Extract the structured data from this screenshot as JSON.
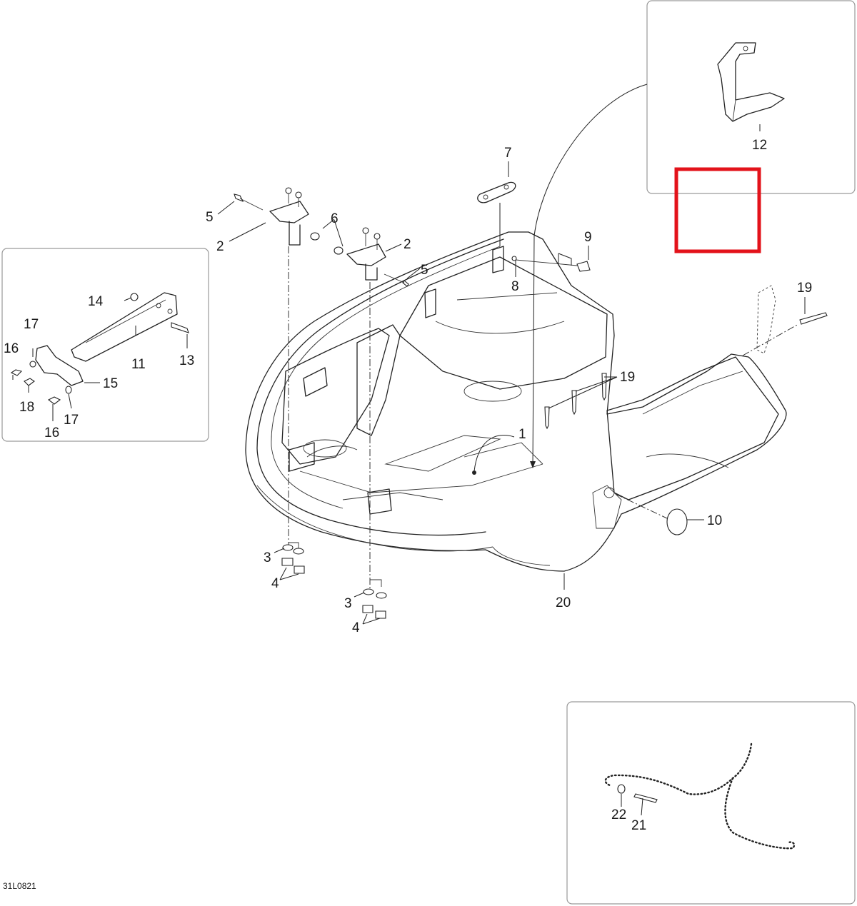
{
  "diagram": {
    "drawing_code": "31L0821",
    "callouts": {
      "c1": "1",
      "c2a": "2",
      "c2b": "2",
      "c3a": "3",
      "c3b": "3",
      "c4a": "4",
      "c4b": "4",
      "c5a": "5",
      "c5b": "5",
      "c6": "6",
      "c7": "7",
      "c8": "8",
      "c9": "9",
      "c10": "10",
      "c11": "11",
      "c12": "12",
      "c13": "13",
      "c14": "14",
      "c15": "15",
      "c16a": "16",
      "c16b": "16",
      "c17a": "17",
      "c17b": "17",
      "c18": "18",
      "c19a": "19",
      "c19b": "19",
      "c20": "20",
      "c21": "21",
      "c22": "22"
    },
    "highlight_color": "#e3121a",
    "line_color": "#222222",
    "inset_border_color": "#9a9a9a"
  }
}
